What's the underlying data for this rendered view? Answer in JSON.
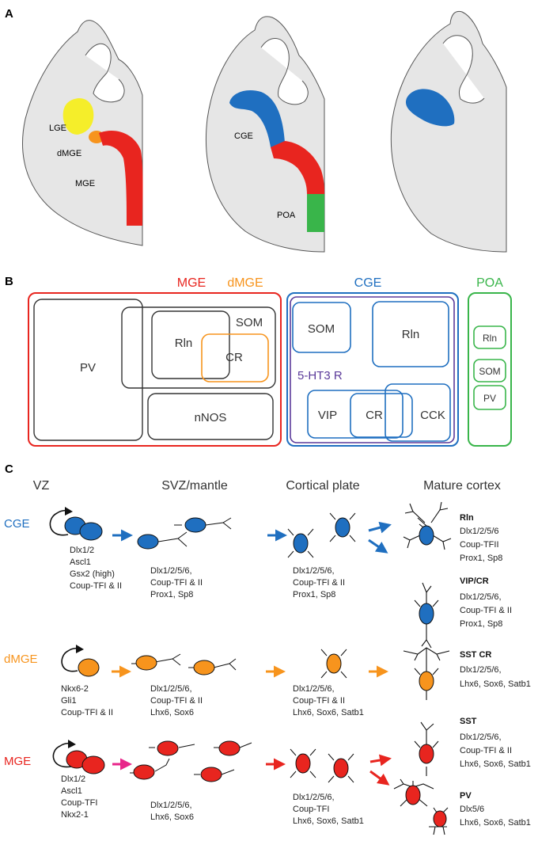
{
  "panels": {
    "a": "A",
    "b": "B",
    "c": "C"
  },
  "panel_a": {
    "brain1": {
      "lge": "LGE",
      "dmge": "dMGE",
      "mge": "MGE"
    },
    "brain2": {
      "cge": "CGE",
      "poa": "POA"
    }
  },
  "panel_b": {
    "mge_header": "MGE",
    "dmge_header": "dMGE",
    "cge_header": "CGE",
    "poa_header": "POA",
    "mge_box": {
      "pv": "PV",
      "som": "SOM",
      "rln": "Rln",
      "cr": "CR",
      "nnos": "nNOS"
    },
    "cge_box": {
      "som": "SOM",
      "rln": "Rln",
      "htr": "5-HT3 R",
      "vip": "VIP",
      "cr": "CR",
      "cck": "CCK"
    },
    "poa_box": {
      "rln": "Rln",
      "som": "SOM",
      "pv": "PV"
    }
  },
  "panel_c": {
    "stages": [
      "VZ",
      "SVZ/mantle",
      "Cortical plate",
      "Mature cortex"
    ],
    "rows": [
      {
        "label": "CGE",
        "vz_markers": [
          "Dlx1/2",
          "Ascl1",
          "Gsx2 (high)",
          "Coup-TFI & II"
        ],
        "svz_markers": [
          "Dlx1/2/5/6,",
          "Coup-TFI & II",
          "Prox1,  Sp8"
        ],
        "cp_markers": [
          "Dlx1/2/5/6,",
          "Coup-TFI & II",
          "Prox1,  Sp8"
        ],
        "mature": [
          {
            "title": "Rln",
            "markers": [
              "Dlx1/2/5/6",
              "Coup-TFII",
              "Prox1, Sp8"
            ]
          },
          {
            "title": "VIP/CR",
            "markers": [
              "Dlx1/2/5/6,",
              "Coup-TFI & II",
              "Prox1, Sp8"
            ]
          }
        ]
      },
      {
        "label": "dMGE",
        "vz_markers": [
          "Nkx6-2",
          "Gli1",
          "Coup-TFI & II"
        ],
        "svz_markers": [
          "Dlx1/2/5/6,",
          "Coup-TFI & II",
          "Lhx6, Sox6"
        ],
        "cp_markers": [
          "Dlx1/2/5/6,",
          "Coup-TFI & II",
          "Lhx6, Sox6, Satb1"
        ],
        "mature": [
          {
            "title": "SST CR",
            "markers": [
              "Dlx1/2/5/6,",
              "Lhx6, Sox6, Satb1"
            ]
          }
        ]
      },
      {
        "label": "MGE",
        "vz_markers": [
          "Dlx1/2",
          "Ascl1",
          "Coup-TFI",
          "Nkx2-1"
        ],
        "svz_markers": [
          "Dlx1/2/5/6,",
          "Lhx6, Sox6"
        ],
        "cp_markers": [
          "Dlx1/2/5/6,",
          "Coup-TFI",
          "Lhx6, Sox6, Satb1"
        ],
        "mature": [
          {
            "title": "SST",
            "markers": [
              "Dlx1/2/5/6,",
              "Coup-TFI & II",
              "Lhx6, Sox6, Satb1"
            ]
          },
          {
            "title": "PV",
            "markers": [
              "Dlx5/6",
              "Lhx6, Sox6, Satb1"
            ]
          }
        ]
      }
    ]
  },
  "colors": {
    "cge": "#1f6fc0",
    "mge": "#e8251f",
    "dmge": "#f7941d",
    "lge": "#f5ee2a",
    "poa": "#39b54a",
    "htr": "#5b3a9a",
    "pink_arrow": "#e8258a",
    "brain_fill": "#e6e6e6"
  }
}
